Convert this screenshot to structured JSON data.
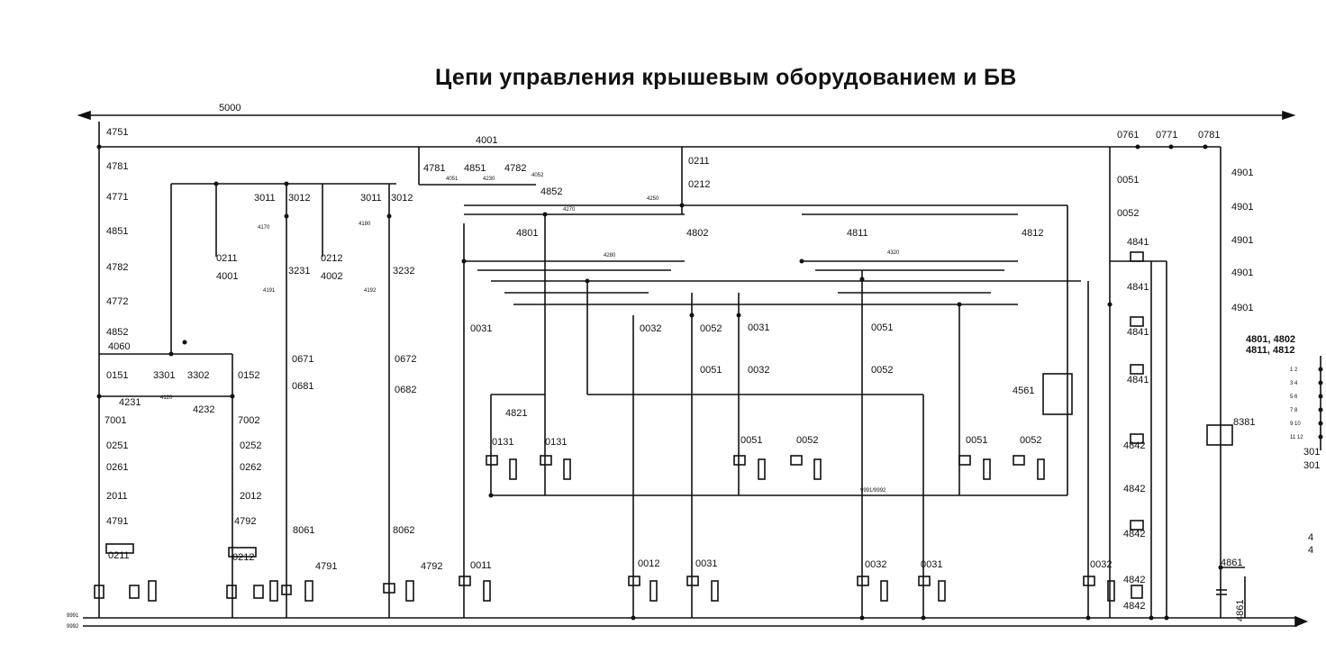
{
  "title": "Цепи управления крышевым оборудованием и БВ",
  "wire_top": "5000",
  "wire_4001": "4001",
  "bus_labels": [
    "9991",
    "9992"
  ],
  "bus_mid": "9991/9992",
  "right_edge_text": [
    "4801, 4802",
    "4811, 4812",
    "301",
    "301",
    "4",
    "4"
  ],
  "right_table_rows": [
    "1 2",
    "3 4",
    "5 6",
    "7 8",
    "9 10",
    "11 12"
  ],
  "labels": [
    {
      "t": "4751"
    },
    {
      "t": "4781"
    },
    {
      "t": "4771"
    },
    {
      "t": "4851"
    },
    {
      "t": "4782"
    },
    {
      "t": "4772"
    },
    {
      "t": "4852"
    },
    {
      "t": "0151"
    },
    {
      "t": "3301"
    },
    {
      "t": "3302"
    },
    {
      "t": "0152"
    },
    {
      "t": "4231"
    },
    {
      "t": "4232"
    },
    {
      "t": "7001"
    },
    {
      "t": "7002"
    },
    {
      "t": "0251"
    },
    {
      "t": "0252"
    },
    {
      "t": "0261"
    },
    {
      "t": "0262"
    },
    {
      "t": "2011"
    },
    {
      "t": "2012"
    },
    {
      "t": "4791"
    },
    {
      "t": "4792"
    },
    {
      "t": "0211"
    },
    {
      "t": "0212"
    },
    {
      "t": "3011"
    },
    {
      "t": "3012"
    },
    {
      "t": "3011"
    },
    {
      "t": "3012"
    },
    {
      "t": "0211"
    },
    {
      "t": "4001"
    },
    {
      "t": "3231"
    },
    {
      "t": "0212"
    },
    {
      "t": "4002"
    },
    {
      "t": "3232"
    },
    {
      "t": "0671"
    },
    {
      "t": "0681"
    },
    {
      "t": "0672"
    },
    {
      "t": "0682"
    },
    {
      "t": "8061"
    },
    {
      "t": "8062"
    },
    {
      "t": "4791"
    },
    {
      "t": "4792"
    },
    {
      "t": "4781"
    },
    {
      "t": "4851"
    },
    {
      "t": "4782"
    },
    {
      "t": "4852"
    },
    {
      "t": "0211"
    },
    {
      "t": "0212"
    },
    {
      "t": "4801"
    },
    {
      "t": "4802"
    },
    {
      "t": "4811"
    },
    {
      "t": "4812"
    },
    {
      "t": "0031"
    },
    {
      "t": "0032"
    },
    {
      "t": "0052"
    },
    {
      "t": "0031"
    },
    {
      "t": "0051"
    },
    {
      "t": "0032"
    },
    {
      "t": "0051"
    },
    {
      "t": "0052"
    },
    {
      "t": "4821"
    },
    {
      "t": "0131"
    },
    {
      "t": "0131"
    },
    {
      "t": "0051"
    },
    {
      "t": "0052"
    },
    {
      "t": "0051"
    },
    {
      "t": "0052"
    },
    {
      "t": "4561"
    },
    {
      "t": "0011"
    },
    {
      "t": "0012"
    },
    {
      "t": "0031"
    },
    {
      "t": "0032"
    },
    {
      "t": "0031"
    },
    {
      "t": "0032"
    },
    {
      "t": "0761"
    },
    {
      "t": "0771"
    },
    {
      "t": "0781"
    },
    {
      "t": "0051"
    },
    {
      "t": "0052"
    },
    {
      "t": "4841"
    },
    {
      "t": "4841"
    },
    {
      "t": "4841"
    },
    {
      "t": "4841"
    },
    {
      "t": "4842"
    },
    {
      "t": "4842"
    },
    {
      "t": "4842"
    },
    {
      "t": "4842"
    },
    {
      "t": "4842"
    },
    {
      "t": "4901"
    },
    {
      "t": "4901"
    },
    {
      "t": "4901"
    },
    {
      "t": "4901"
    },
    {
      "t": "4901"
    },
    {
      "t": "8381"
    },
    {
      "t": "4861"
    },
    {
      "t": "4861"
    },
    {
      "t": "4060"
    },
    {
      "t": "4120"
    },
    {
      "t": "4170"
    },
    {
      "t": "4180"
    },
    {
      "t": "4191"
    },
    {
      "t": "4192"
    },
    {
      "t": "4250"
    },
    {
      "t": "4270"
    },
    {
      "t": "4280"
    },
    {
      "t": "4320"
    },
    {
      "t": "4230"
    },
    {
      "t": "4051"
    },
    {
      "t": "4052"
    }
  ]
}
